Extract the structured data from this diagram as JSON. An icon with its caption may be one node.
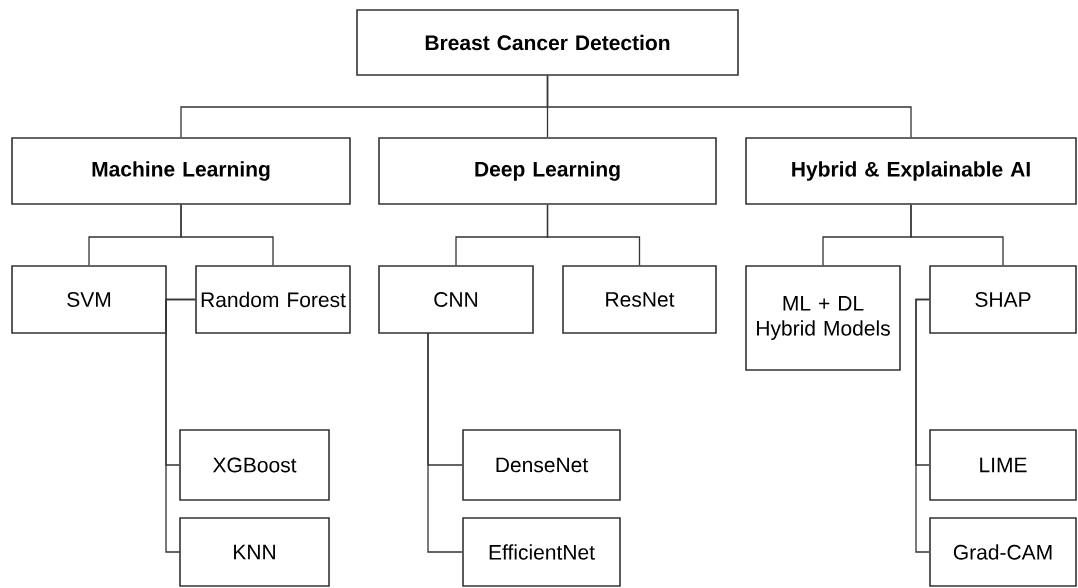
{
  "diagram": {
    "nodes": [
      {
        "text": [
          "Breast Cancer Detection"
        ]
      },
      {
        "text": [
          "Machine Learning"
        ]
      },
      {
        "text": [
          "Deep Learning"
        ]
      },
      {
        "text": [
          "Hybrid & Explainable AI"
        ]
      },
      {
        "text": [
          "SVM"
        ]
      },
      {
        "text": [
          "Random Forest"
        ]
      },
      {
        "text": [
          "CNN"
        ]
      },
      {
        "text": [
          "ResNet"
        ]
      },
      {
        "text": [
          "ML + DL Hybrid Models"
        ]
      },
      {
        "text": [
          "SHAP"
        ]
      },
      {
        "text": [
          "XGBoost"
        ]
      },
      {
        "text": [
          "KNN"
        ]
      },
      {
        "text": [
          "DenseNet"
        ]
      },
      {
        "text": [
          "EfficientNet"
        ]
      },
      {
        "text": [
          "LIME"
        ]
      },
      {
        "text": [
          "Grad-CAM"
        ]
      }
    ],
    "edges": [
      {
        "from": 0,
        "to": 1,
        "arrow": "none"
      },
      {
        "from": 0,
        "to": 2,
        "arrow": "none"
      },
      {
        "from": 0,
        "to": 3,
        "arrow": "none"
      },
      {
        "from": 1,
        "to": 4,
        "arrow": "none"
      },
      {
        "from": 1,
        "to": 5,
        "arrow": "none"
      },
      {
        "from": 2,
        "to": 6,
        "arrow": "none"
      },
      {
        "from": 2,
        "to": 7,
        "arrow": "none"
      },
      {
        "from": 3,
        "to": 8,
        "arrow": "none"
      },
      {
        "from": 3,
        "to": 9,
        "arrow": "none"
      },
      {
        "from": 5,
        "to": 10,
        "arrow": "none"
      },
      {
        "from": 5,
        "to": 11,
        "arrow": "none"
      },
      {
        "from": 6,
        "to": 12,
        "arrow": "none"
      },
      {
        "from": 6,
        "to": 13,
        "arrow": "none"
      },
      {
        "from": 9,
        "to": 14,
        "arrow": "none"
      },
      {
        "from": 9,
        "to": 15,
        "arrow": "none"
      }
    ]
  }
}
